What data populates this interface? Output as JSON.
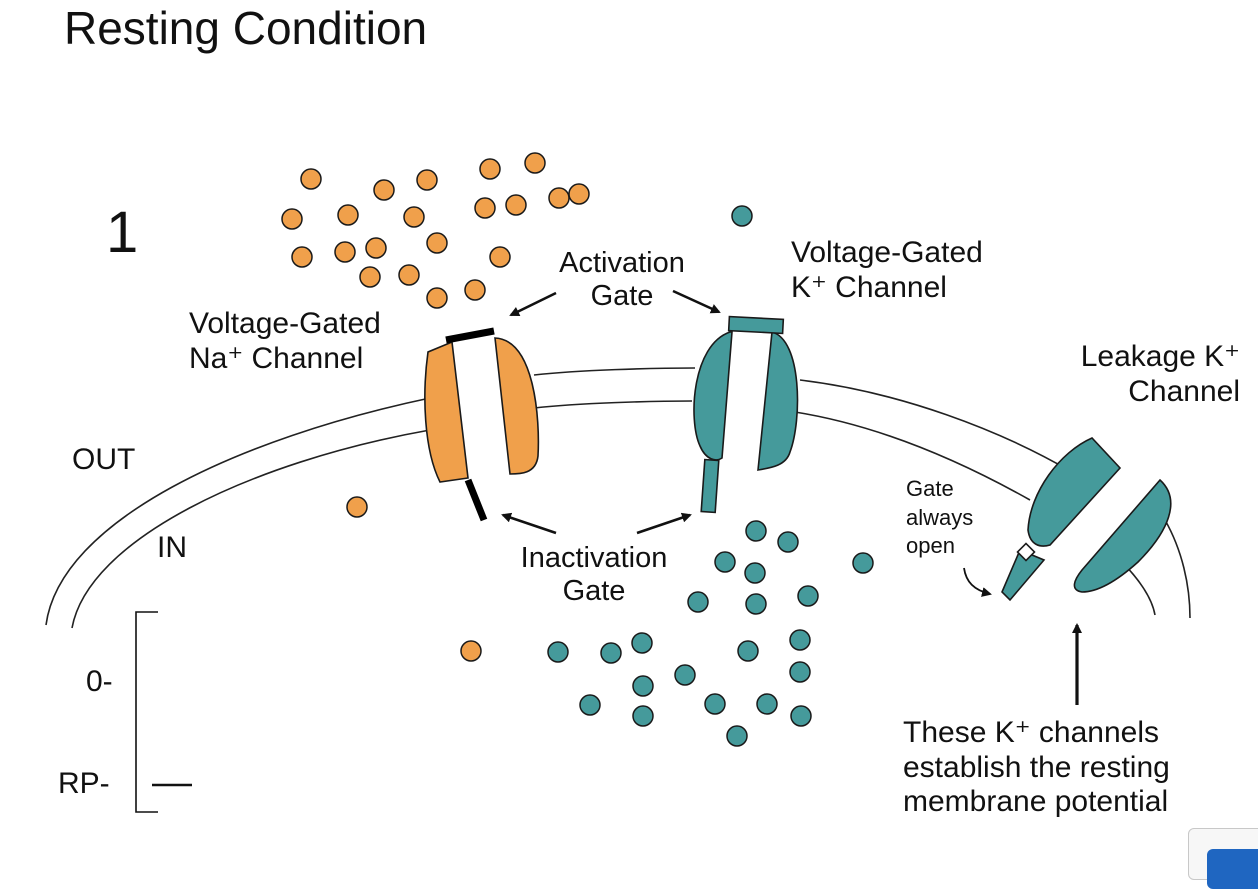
{
  "title": "Resting Condition",
  "step_number": "1",
  "labels": {
    "na_channel": [
      "Voltage-Gated",
      "Na⁺ Channel"
    ],
    "activation_gate": [
      "Activation",
      "Gate"
    ],
    "k_channel": [
      "Voltage-Gated",
      "K⁺ Channel"
    ],
    "leakage_channel": [
      "Leakage K⁺",
      "Channel"
    ],
    "out": "OUT",
    "in": "IN",
    "inactivation_gate": [
      "Inactivation",
      "Gate"
    ],
    "gate_always_open": [
      "Gate",
      "always",
      "open"
    ],
    "zero_mark": "0-",
    "rp_mark": "RP-",
    "note": [
      "These K⁺ channels",
      "establish the resting",
      "membrane potential"
    ]
  },
  "colors": {
    "sodium": "#f0a04b",
    "potassium": "#459a9b",
    "outline": "#1a1a1a",
    "gate": "#000000"
  },
  "icons": {
    "arrow": "right-arrow",
    "curved_arrow": "curved-arrow"
  }
}
